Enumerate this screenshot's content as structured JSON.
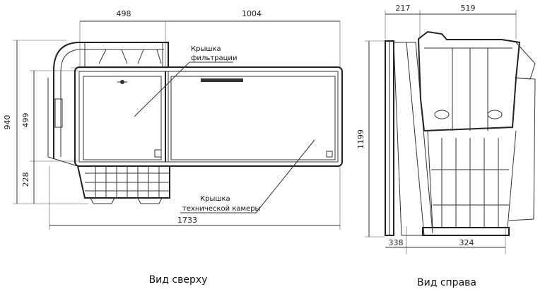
{
  "top_view": {
    "caption": "Вид сверху",
    "dims": {
      "top_left": "498",
      "top_right": "1004",
      "left_total": "940",
      "left_mid": "499",
      "left_bottom": "228",
      "bottom_total": "1733"
    },
    "labels": {
      "filter_lid_line1": "Крышка",
      "filter_lid_line2": "фильтрации",
      "tech_lid_line1": "Крышка",
      "tech_lid_line2": "технической камеры"
    }
  },
  "side_view": {
    "caption": "Вид справа",
    "dims": {
      "top_left": "217",
      "top_right": "519",
      "height": "1199",
      "bottom_left": "338",
      "bottom_right": "324"
    }
  }
}
